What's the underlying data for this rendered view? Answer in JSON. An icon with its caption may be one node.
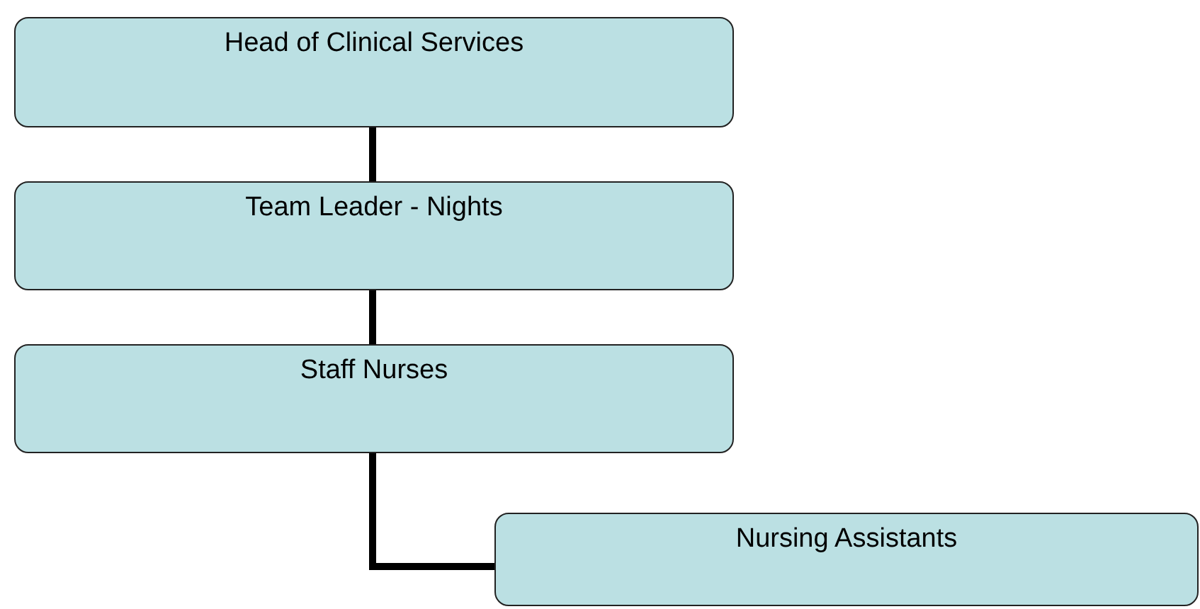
{
  "diagram": {
    "nodes": [
      {
        "text": [
          "Head of Clinical Services"
        ]
      },
      {
        "text": [
          "Team Leader - Nights"
        ]
      },
      {
        "text": [
          "Staff Nurses"
        ]
      },
      {
        "text": [
          "Nursing Assistants"
        ]
      }
    ],
    "edges": [
      {
        "from": 0,
        "to": 1,
        "arrow": "none"
      },
      {
        "from": 1,
        "to": 2,
        "arrow": "none"
      },
      {
        "from": 2,
        "to": 3,
        "arrow": "none"
      }
    ]
  }
}
